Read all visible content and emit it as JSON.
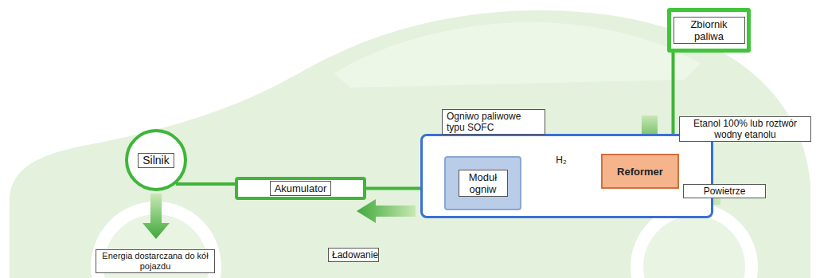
{
  "diagram": {
    "nodes": [
      {
        "text": [
          "Zbiornik paliwa"
        ]
      },
      {
        "text": [
          "Ogniwo paliwowe typu SOFC"
        ]
      },
      {
        "text": [
          "Moduł ogniw"
        ],
        "in": 1
      },
      {
        "text": [
          "Reformer"
        ],
        "in": 1
      },
      {
        "text": [
          "Silnik"
        ]
      },
      {
        "text": [
          "Akumulator"
        ]
      }
    ],
    "edges": [
      {
        "from": 4,
        "to": 5,
        "arrow": "none"
      },
      {
        "from": 5,
        "to": 1,
        "arrow": "none"
      },
      {
        "from": 0,
        "to": 3,
        "arrow": "none"
      },
      {
        "from": 3,
        "to": 2,
        "label": "H₂",
        "arrow": "to"
      }
    ],
    "labels": [
      "Etanol 100% lub roztwór wodny etanolu",
      "Powietrze",
      "Ładowanie",
      "Energia dostarczana do kół pojazdu"
    ]
  }
}
